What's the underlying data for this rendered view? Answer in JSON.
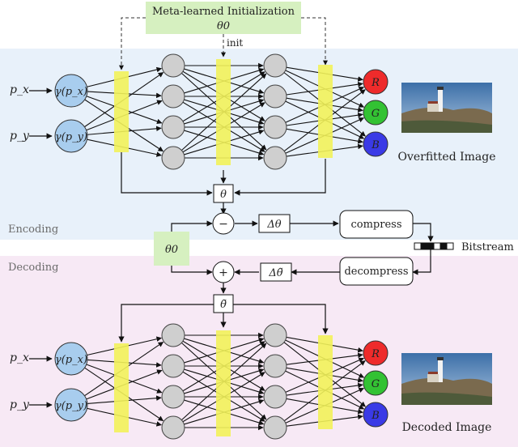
{
  "meta_init": {
    "title": "Meta-learned Initialization",
    "theta": "θ0",
    "init": "init"
  },
  "inputs": {
    "px": "p_x",
    "py": "p_y",
    "gx": "γ(p_x)",
    "gy": "γ(p_y)"
  },
  "outputs": [
    "R",
    "G",
    "B"
  ],
  "encoder": {
    "section": "Encoding",
    "image_caption": "Overfitted Image",
    "theta": "θ",
    "minus": "−",
    "delta": "Δθ",
    "compress": "compress"
  },
  "bitstream": "Bitstream",
  "theta0_side": "θ0",
  "decoder": {
    "section": "Decoding",
    "image_caption": "Decoded Image",
    "theta": "θ̃",
    "plus": "+",
    "delta": "Δθ̃",
    "decompress": "decompress"
  },
  "colors": {
    "encode_bg": "#e8f1fa",
    "decode_bg": "#f7e9f5",
    "meta_box": "#d6f0c0",
    "yellow": "#f2f25a",
    "neuron": "#cfcfcf",
    "input_node": "#a8cdee",
    "red": "#ee2b2b",
    "green": "#33c233",
    "blue": "#3a3ae6"
  }
}
